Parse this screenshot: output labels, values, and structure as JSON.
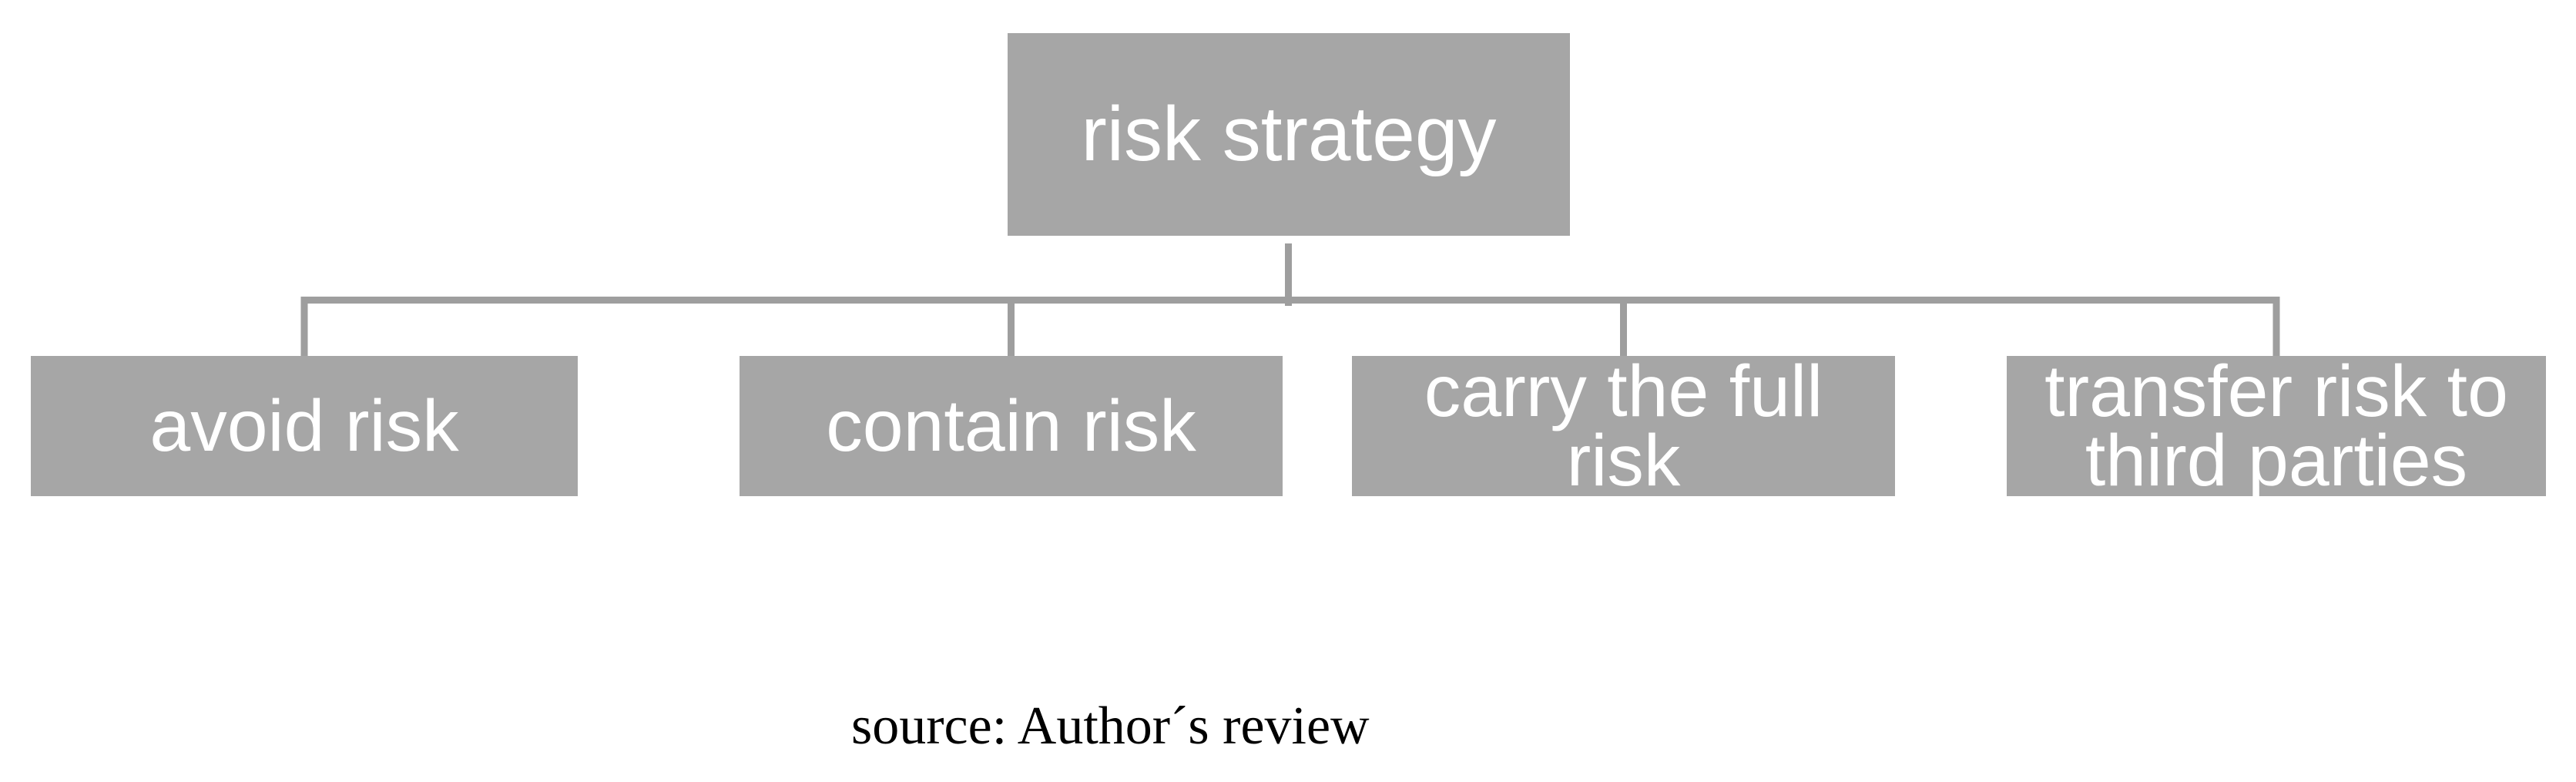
{
  "diagram": {
    "root": {
      "label": "risk strategy"
    },
    "children": [
      {
        "label": "avoid risk"
      },
      {
        "label": "contain risk"
      },
      {
        "label": "carry the full risk"
      },
      {
        "label": "transfer risk to third parties"
      }
    ]
  },
  "caption": {
    "text": "source: Author´s review"
  },
  "colors": {
    "background": "#ffffff",
    "box_fill": "#a6a6a6",
    "box_text": "#ffffff",
    "connector": "#9e9e9e",
    "caption_text": "#000000"
  }
}
